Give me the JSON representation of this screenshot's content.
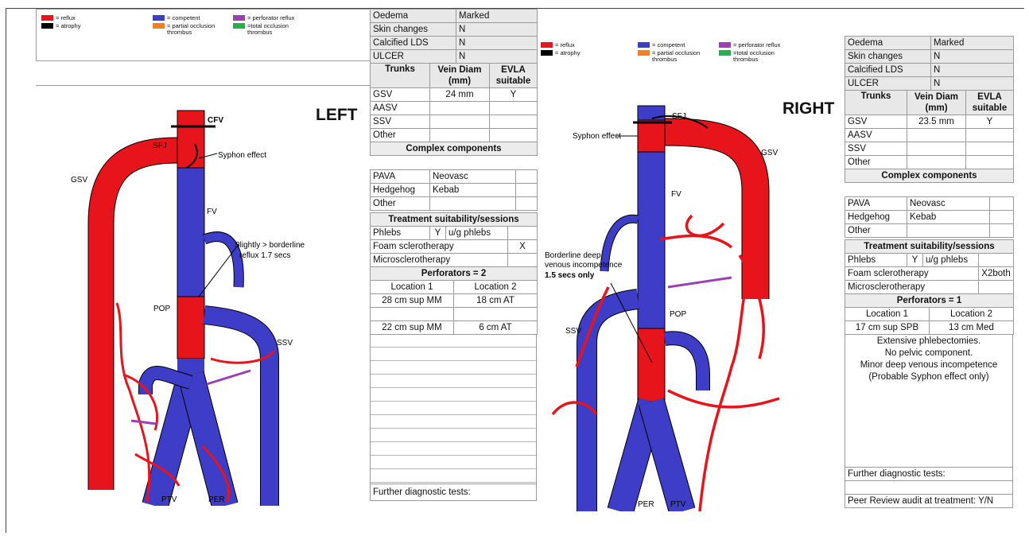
{
  "legend": {
    "reflux": "= reflux",
    "atrophy": "= atrophy",
    "competent": "= competent",
    "partial": "= partial occlusion thrombus",
    "perforator": "= perforator reflux",
    "total": "=total occlusion thrombus",
    "colors": {
      "reflux": "#e8141b",
      "atrophy": "#000000",
      "competent": "#3d3dc7",
      "partial": "#f47f20",
      "perforator": "#9b3fb5",
      "total": "#22b24c"
    }
  },
  "left": {
    "side_label": "LEFT",
    "diagram_labels": {
      "cfv": "CFV",
      "sfj": "SFJ",
      "gsv": "GSV",
      "fv": "FV",
      "pop": "POP",
      "ssv": "SSV",
      "ptv": "PTV",
      "per": "PER",
      "syphon": "Syphon effect",
      "note1": "Slightly > borderline",
      "note2": "reflux  1.7 secs"
    },
    "status": [
      [
        "Oedema",
        "Marked"
      ],
      [
        "Skin changes",
        "N"
      ],
      [
        "Calcified LDS",
        "N"
      ],
      [
        "ULCER",
        "N"
      ]
    ],
    "trunks_header": [
      "Trunks",
      "Vein Diam (mm)",
      "EVLA suitable"
    ],
    "trunks": [
      [
        "GSV",
        "24 mm",
        "Y"
      ],
      [
        "AASV",
        "",
        ""
      ],
      [
        "SSV",
        "",
        ""
      ],
      [
        "Other",
        "",
        ""
      ]
    ],
    "complex_title": "Complex components",
    "complex": [
      [
        "PAVA",
        "Neovasc",
        ""
      ],
      [
        "Hedgehog",
        "Kebab",
        ""
      ],
      [
        "Other",
        "",
        ""
      ]
    ],
    "treatment_title": "Treatment suitability/sessions",
    "phlebs": [
      "Phlebs",
      "Y",
      "u/g phlebs",
      ""
    ],
    "foam": [
      "Foam sclerotherapy",
      "X"
    ],
    "micro": "Microsclerotherapy",
    "perforators_title": "Perforators = 2",
    "perf_header": [
      "Location 1",
      "Location 2"
    ],
    "perf_rows": [
      [
        "28 cm sup MM",
        "18 cm AT"
      ],
      [
        "",
        ""
      ],
      [
        "22 cm sup MM",
        "6 cm AT"
      ]
    ],
    "further": "Further diagnostic tests:"
  },
  "right": {
    "side_label": "RIGHT",
    "diagram_labels": {
      "sfj": "SFJ",
      "gsv": "GSV",
      "fv": "FV",
      "pop": "POP",
      "ssv": "SSV",
      "ptv": "PTV",
      "per": "PER",
      "syphon": "Syphon effect",
      "bd1": "Borderline deep",
      "bd2": "venous incompetence",
      "bd3": "1.5 secs only"
    },
    "status": [
      [
        "Oedema",
        "Marked"
      ],
      [
        "Skin changes",
        "N"
      ],
      [
        "Calcified LDS",
        "N"
      ],
      [
        "ULCER",
        "N"
      ]
    ],
    "trunks_header": [
      "Trunks",
      "Vein Diam (mm)",
      "EVLA suitable"
    ],
    "trunks": [
      [
        "GSV",
        "23.5 mm",
        "Y"
      ],
      [
        "AASV",
        "",
        ""
      ],
      [
        "SSV",
        "",
        ""
      ],
      [
        "Other",
        "",
        ""
      ]
    ],
    "complex_title": "Complex components",
    "complex": [
      [
        "PAVA",
        "Neovasc",
        ""
      ],
      [
        "Hedgehog",
        "Kebab",
        ""
      ],
      [
        "Other",
        "",
        ""
      ]
    ],
    "treatment_title": "Treatment suitability/sessions",
    "phlebs": [
      "Phlebs",
      "Y",
      "u/g phlebs",
      ""
    ],
    "foam": [
      "Foam sclerotherapy",
      "X2both"
    ],
    "micro": "Microsclerotherapy",
    "perforators_title": "Perforators = 1",
    "perf_header": [
      "Location 1",
      "Location 2"
    ],
    "perf_rows": [
      [
        "17 cm sup SPB",
        "13 cm Med"
      ]
    ],
    "notes": [
      "Extensive phlebectomies.",
      "No pelvic component.",
      "Minor deep venous incompetence",
      "(Probable Syphon effect only)"
    ],
    "further": "Further diagnostic tests:",
    "peer": "Peer Review audit at treatment: Y/N"
  }
}
